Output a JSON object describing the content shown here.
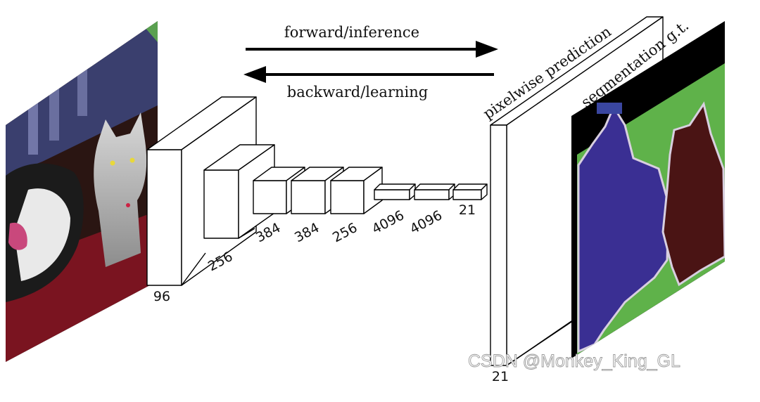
{
  "arrows": {
    "forward_label": "forward/inference",
    "backward_label": "backward/learning"
  },
  "layers": {
    "conv1": "96",
    "conv2": "256",
    "conv3": "384",
    "conv4": "384",
    "conv5": "256",
    "fc6": "4096",
    "fc7": "4096",
    "fc8": "21"
  },
  "prediction": {
    "label": "pixelwise prediction",
    "channels": "21"
  },
  "ground_truth": {
    "label": "segmentation g.t."
  },
  "watermark": "CSDN @Monkey_King_GL",
  "colors": {
    "segmentation_background": "#5fb24a",
    "dog_class": "#3a2f93",
    "cat_class": "#4a1414",
    "void_boundary": "#d8cfe0",
    "border_black": "#000000"
  }
}
